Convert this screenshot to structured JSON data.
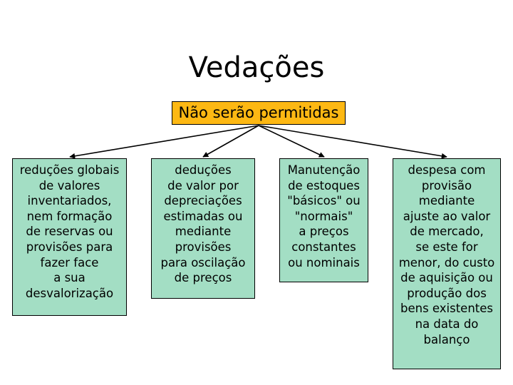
{
  "slide": {
    "title": "Vedações",
    "banner": {
      "label": "Não serão permitidas",
      "fill": "#FDB813",
      "stroke": "#000000"
    },
    "node_style": {
      "fill": "#A3DEC4",
      "stroke": "#000000"
    },
    "background": "#FFFFFF",
    "nodes": [
      {
        "id": "reducoes-globais",
        "text": "reduções globais\nde valores\ninventariados,\nnem formação\nde reservas ou\nprovisões para\nfazer face\na sua\ndesvalorização"
      },
      {
        "id": "deducoes-de-valor",
        "text": "deduções\nde valor por\ndepreciações\nestimadas ou\nmediante\nprovisões\npara oscilação\nde preços"
      },
      {
        "id": "manutencao-de-estoques",
        "text": "Manutenção\nde estoques\n\"básicos\" ou\n\"normais\"\na preços\nconstantes\nou nominais"
      },
      {
        "id": "despesa-com-provisao",
        "text": "despesa com\nprovisão\nmediante\najuste ao valor\nde mercado,\nse este for\nmenor, do custo\nde aquisição ou\nprodução dos\nbens existentes\nna data do\nbalanço"
      }
    ],
    "connectors": [
      {
        "from": "banner",
        "to": "reducoes-globais"
      },
      {
        "from": "banner",
        "to": "deducoes-de-valor"
      },
      {
        "from": "banner",
        "to": "manutencao-de-estoques"
      },
      {
        "from": "banner",
        "to": "despesa-com-provisao"
      }
    ]
  }
}
